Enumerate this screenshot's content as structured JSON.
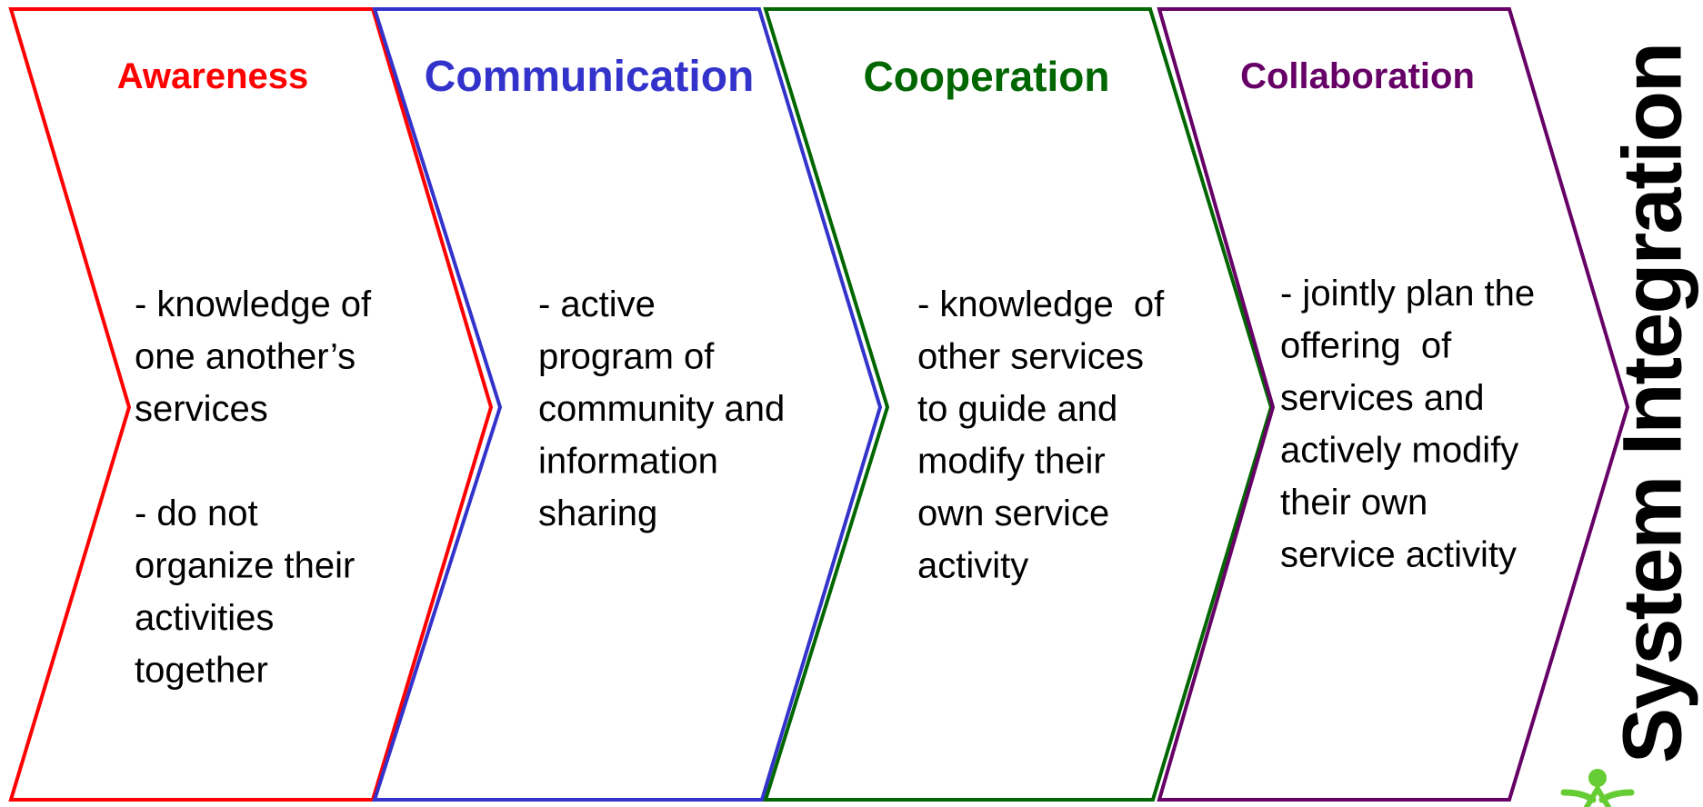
{
  "stages": [
    {
      "title": "Awareness",
      "color": "#ff0000",
      "paragraphs": [
        [
          "- knowledge of",
          "one another’s",
          "services"
        ],
        [
          "- do not",
          "organize their",
          "activities",
          "together"
        ]
      ]
    },
    {
      "title": "Communication",
      "color": "#3333cc",
      "paragraphs": [
        [
          "- active",
          "program of",
          "community and",
          "information",
          "sharing"
        ]
      ]
    },
    {
      "title": "Cooperation",
      "color": "#006600",
      "paragraphs": [
        [
          "- knowledge  of",
          "other services",
          "to guide and",
          "modify their",
          "own service",
          "activity"
        ]
      ]
    },
    {
      "title": "Collaboration",
      "color": "#660066",
      "paragraphs": [
        [
          "- jointly plan the",
          "offering  of",
          "services and",
          "actively modify",
          "their own",
          "service activity"
        ]
      ]
    }
  ],
  "side_label": "System Integration",
  "logo_icon": "people-circle-logo-icon",
  "logo_color": "#66cc33"
}
